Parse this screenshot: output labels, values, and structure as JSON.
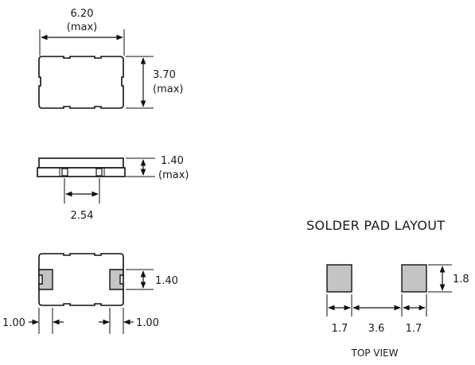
{
  "top_view": {
    "width_value": "6.20",
    "width_note": "(max)",
    "height_value": "3.70",
    "height_note": "(max)"
  },
  "side_view": {
    "height_value": "1.40",
    "height_note": "(max)",
    "pitch_value": "2.54"
  },
  "bottom_view": {
    "pad_height_value": "1.40",
    "left_offset_value": "1.00",
    "right_offset_value": "1.00"
  },
  "solder_pad": {
    "title": "SOLDER PAD LAYOUT",
    "height_value": "1.8",
    "pad_width_left": "1.7",
    "gap_value": "3.6",
    "pad_width_right": "1.7",
    "caption": "TOP VIEW"
  },
  "colors": {
    "pad_fill": "#c4c4c4",
    "line": "#111111"
  }
}
